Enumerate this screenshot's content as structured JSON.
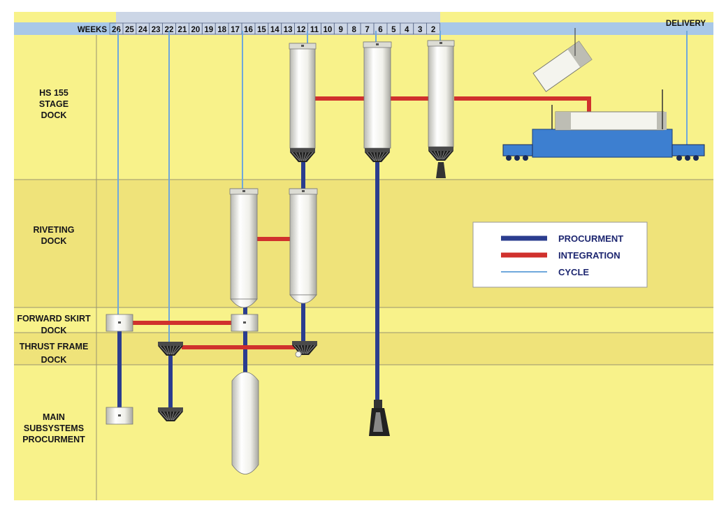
{
  "header": {
    "weeks_label": "WEEKS",
    "weeks": [
      "26",
      "25",
      "24",
      "23",
      "22",
      "21",
      "20",
      "19",
      "18",
      "17",
      "16",
      "15",
      "14",
      "13",
      "12",
      "11",
      "10",
      "9",
      "8",
      "7",
      "6",
      "5",
      "4",
      "3",
      "2"
    ],
    "delivery_label": "DELIVERY"
  },
  "rows": [
    {
      "id": "stage",
      "lines": [
        "HS 155",
        "STAGE",
        "DOCK"
      ]
    },
    {
      "id": "riveting",
      "lines": [
        "RIVETING",
        "DOCK"
      ]
    },
    {
      "id": "skirt",
      "lines": [
        "FORWARD SKIRT",
        "DOCK"
      ]
    },
    {
      "id": "thrust",
      "lines": [
        "THRUST FRAME",
        "DOCK"
      ]
    },
    {
      "id": "main",
      "lines": [
        "MAIN",
        "SUBSYSTEMS",
        "PROCURMENT"
      ]
    }
  ],
  "legend": [
    {
      "id": "procurment",
      "label": "PROCURMENT",
      "color": "#2b3d8f"
    },
    {
      "id": "integration",
      "label": "INTEGRATION",
      "color": "#d0312d"
    },
    {
      "id": "cycle",
      "label": "CYCLE",
      "color": "#6fa8dc"
    }
  ],
  "colors": {
    "band_light": "#f8f28a",
    "band_dark": "#efe37a",
    "header_strip": "#a9c8e8",
    "transporter": "#3d7fd0"
  }
}
